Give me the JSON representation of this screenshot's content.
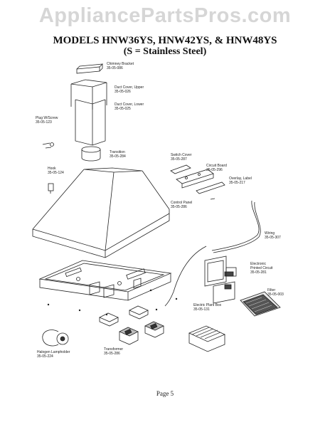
{
  "watermark": "AppliancePartsPros.com",
  "title_line1": "MODELS HNW36YS, HNW42YS, & HNW48YS",
  "title_line2": "(S = Stainless Steel)",
  "parts": {
    "chimney_bracket": {
      "name": "Chimney Bracket",
      "number": "35-05-086"
    },
    "duct_cover_upper": {
      "name": "Duct Cover, Upper",
      "number": "35-05-026"
    },
    "duct_cover_lower": {
      "name": "Duct Cover, Lower",
      "number": "35-05-025"
    },
    "plug_screw": {
      "name": "Plug W/Screw",
      "number": "35-05-123"
    },
    "transition": {
      "name": "Transition",
      "number": "35-05-284"
    },
    "hook": {
      "name": "Hook",
      "number": "35-05-124"
    },
    "switch_cover": {
      "name": "Switch Cover",
      "number": "35-05-287"
    },
    "circuit_board": {
      "name": "Circuit Board",
      "number": "35-05-296"
    },
    "overlay_label": {
      "name": "Overlay, Label",
      "number": "35-05-217"
    },
    "control_panel": {
      "name": "Control Panel",
      "number": "35-05-286"
    },
    "wiring": {
      "name": "Wiring",
      "number": "35-05-307"
    },
    "electronic_circuit": {
      "name_line1": "Electronic",
      "name_line2": "Printed Circuit",
      "number": "35-05-281"
    },
    "filter": {
      "name": "Filter",
      "number": "35-05-003"
    },
    "electric_plant_box": {
      "name": "Electric Plant Box",
      "number": "35-05-131"
    },
    "transformer": {
      "name": "Transformer",
      "number": "35-05-286"
    },
    "halogen_lampholder": {
      "name": "Halogen Lampholder",
      "number": "35-05-224"
    }
  },
  "page_label": "Page 5"
}
